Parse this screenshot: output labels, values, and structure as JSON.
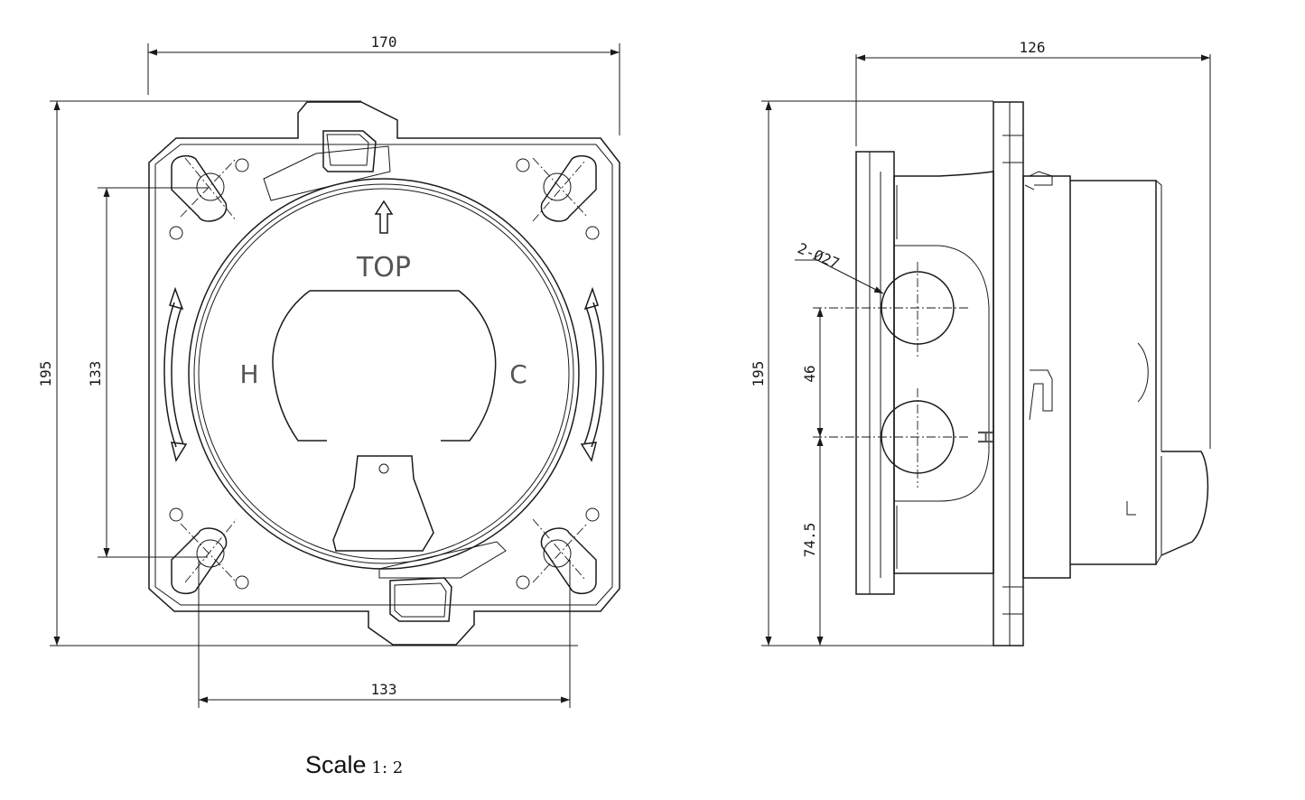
{
  "dimensions": {
    "front_width": "170",
    "front_height": "195",
    "hole_spacing_vertical": "133",
    "hole_spacing_horizontal": "133",
    "side_depth": "126",
    "side_height": "195",
    "port_spacing": "46",
    "port_offset_bottom": "74.5",
    "port_callout": "2-Ø27"
  },
  "face_labels": {
    "top": "TOP",
    "hot": "H",
    "cold": "C",
    "side_port": "H"
  },
  "caption": {
    "scale_word": "Scale",
    "scale_ratio": "1: 2"
  }
}
